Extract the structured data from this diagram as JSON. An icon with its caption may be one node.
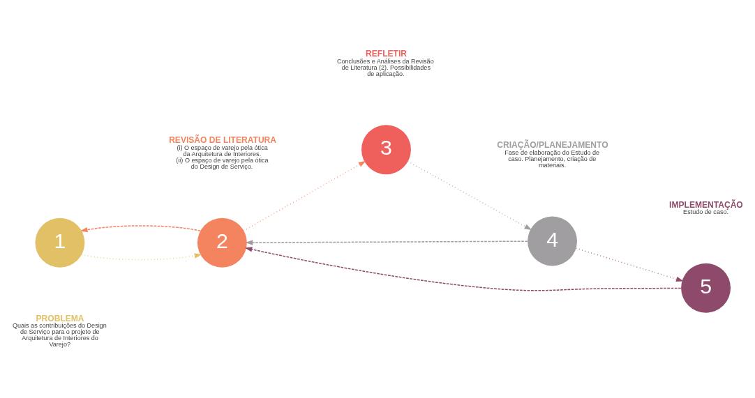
{
  "diagram": {
    "nodes": [
      {
        "text": [
          "1"
        ],
        "beside": [
          "PROBLEMA",
          "Quais as contribuições do Design de Serviço para o projeto de Arquitetura de Interiores do Varejo?"
        ]
      },
      {
        "text": [
          "2"
        ],
        "beside": [
          "REVISÃO DE LITERATURA",
          "(i) O espaço de varejo pela ótica da Arquitetura de Interiores.",
          "(ii) O espaço de varejo pela ótica do Design de Serviço."
        ]
      },
      {
        "text": [
          "3"
        ],
        "beside": [
          "REFLETIR",
          "Conclusões e Análises da Revisão de Literatura (2). Possibilidades de aplicação."
        ]
      },
      {
        "text": [
          "4"
        ],
        "beside": [
          "CRIAÇÃO/PLANEJAMENTO",
          "Fase de elaboração do Estudo de caso. Planejamento, criação de materiais."
        ]
      },
      {
        "text": [
          "5"
        ],
        "beside": [
          "IMPLEMENTAÇÃO",
          "Estudo de caso."
        ]
      }
    ],
    "edges": [
      {
        "from": 0,
        "to": 1,
        "arrow": "to",
        "color": "#e2c066"
      },
      {
        "from": 1,
        "to": 0,
        "arrow": "to",
        "style": "dashed",
        "color": "#f4845f"
      },
      {
        "from": 1,
        "to": 2,
        "arrow": "to",
        "color": "#f4845f"
      },
      {
        "from": 2,
        "to": 3,
        "arrow": "to",
        "color": "#a09ea0"
      },
      {
        "from": 3,
        "to": 4,
        "arrow": "to",
        "color": "#8e4a6b"
      },
      {
        "from": 4,
        "to": 1,
        "arrow": "to",
        "style": "dashed",
        "color": "#8e4a6b"
      },
      {
        "from": 3,
        "to": 1,
        "arrow": "to",
        "style": "dashed",
        "color": "#a09ea0"
      }
    ]
  }
}
